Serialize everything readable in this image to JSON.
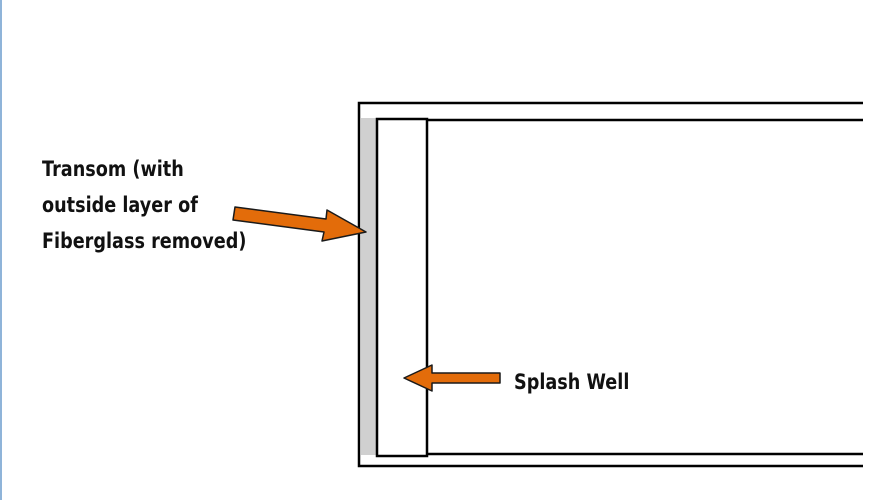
{
  "labels": {
    "transom": [
      "Transom (with",
      "outside layer of",
      "Fiberglass removed)"
    ],
    "splash_well": "Splash Well"
  },
  "colors": {
    "arrow": "#e36c0a",
    "arrow_outline": "#1a1a1a",
    "line": "#000000",
    "transom_shade": "#d0d0d0",
    "left_edge": "#8fb4d9"
  }
}
